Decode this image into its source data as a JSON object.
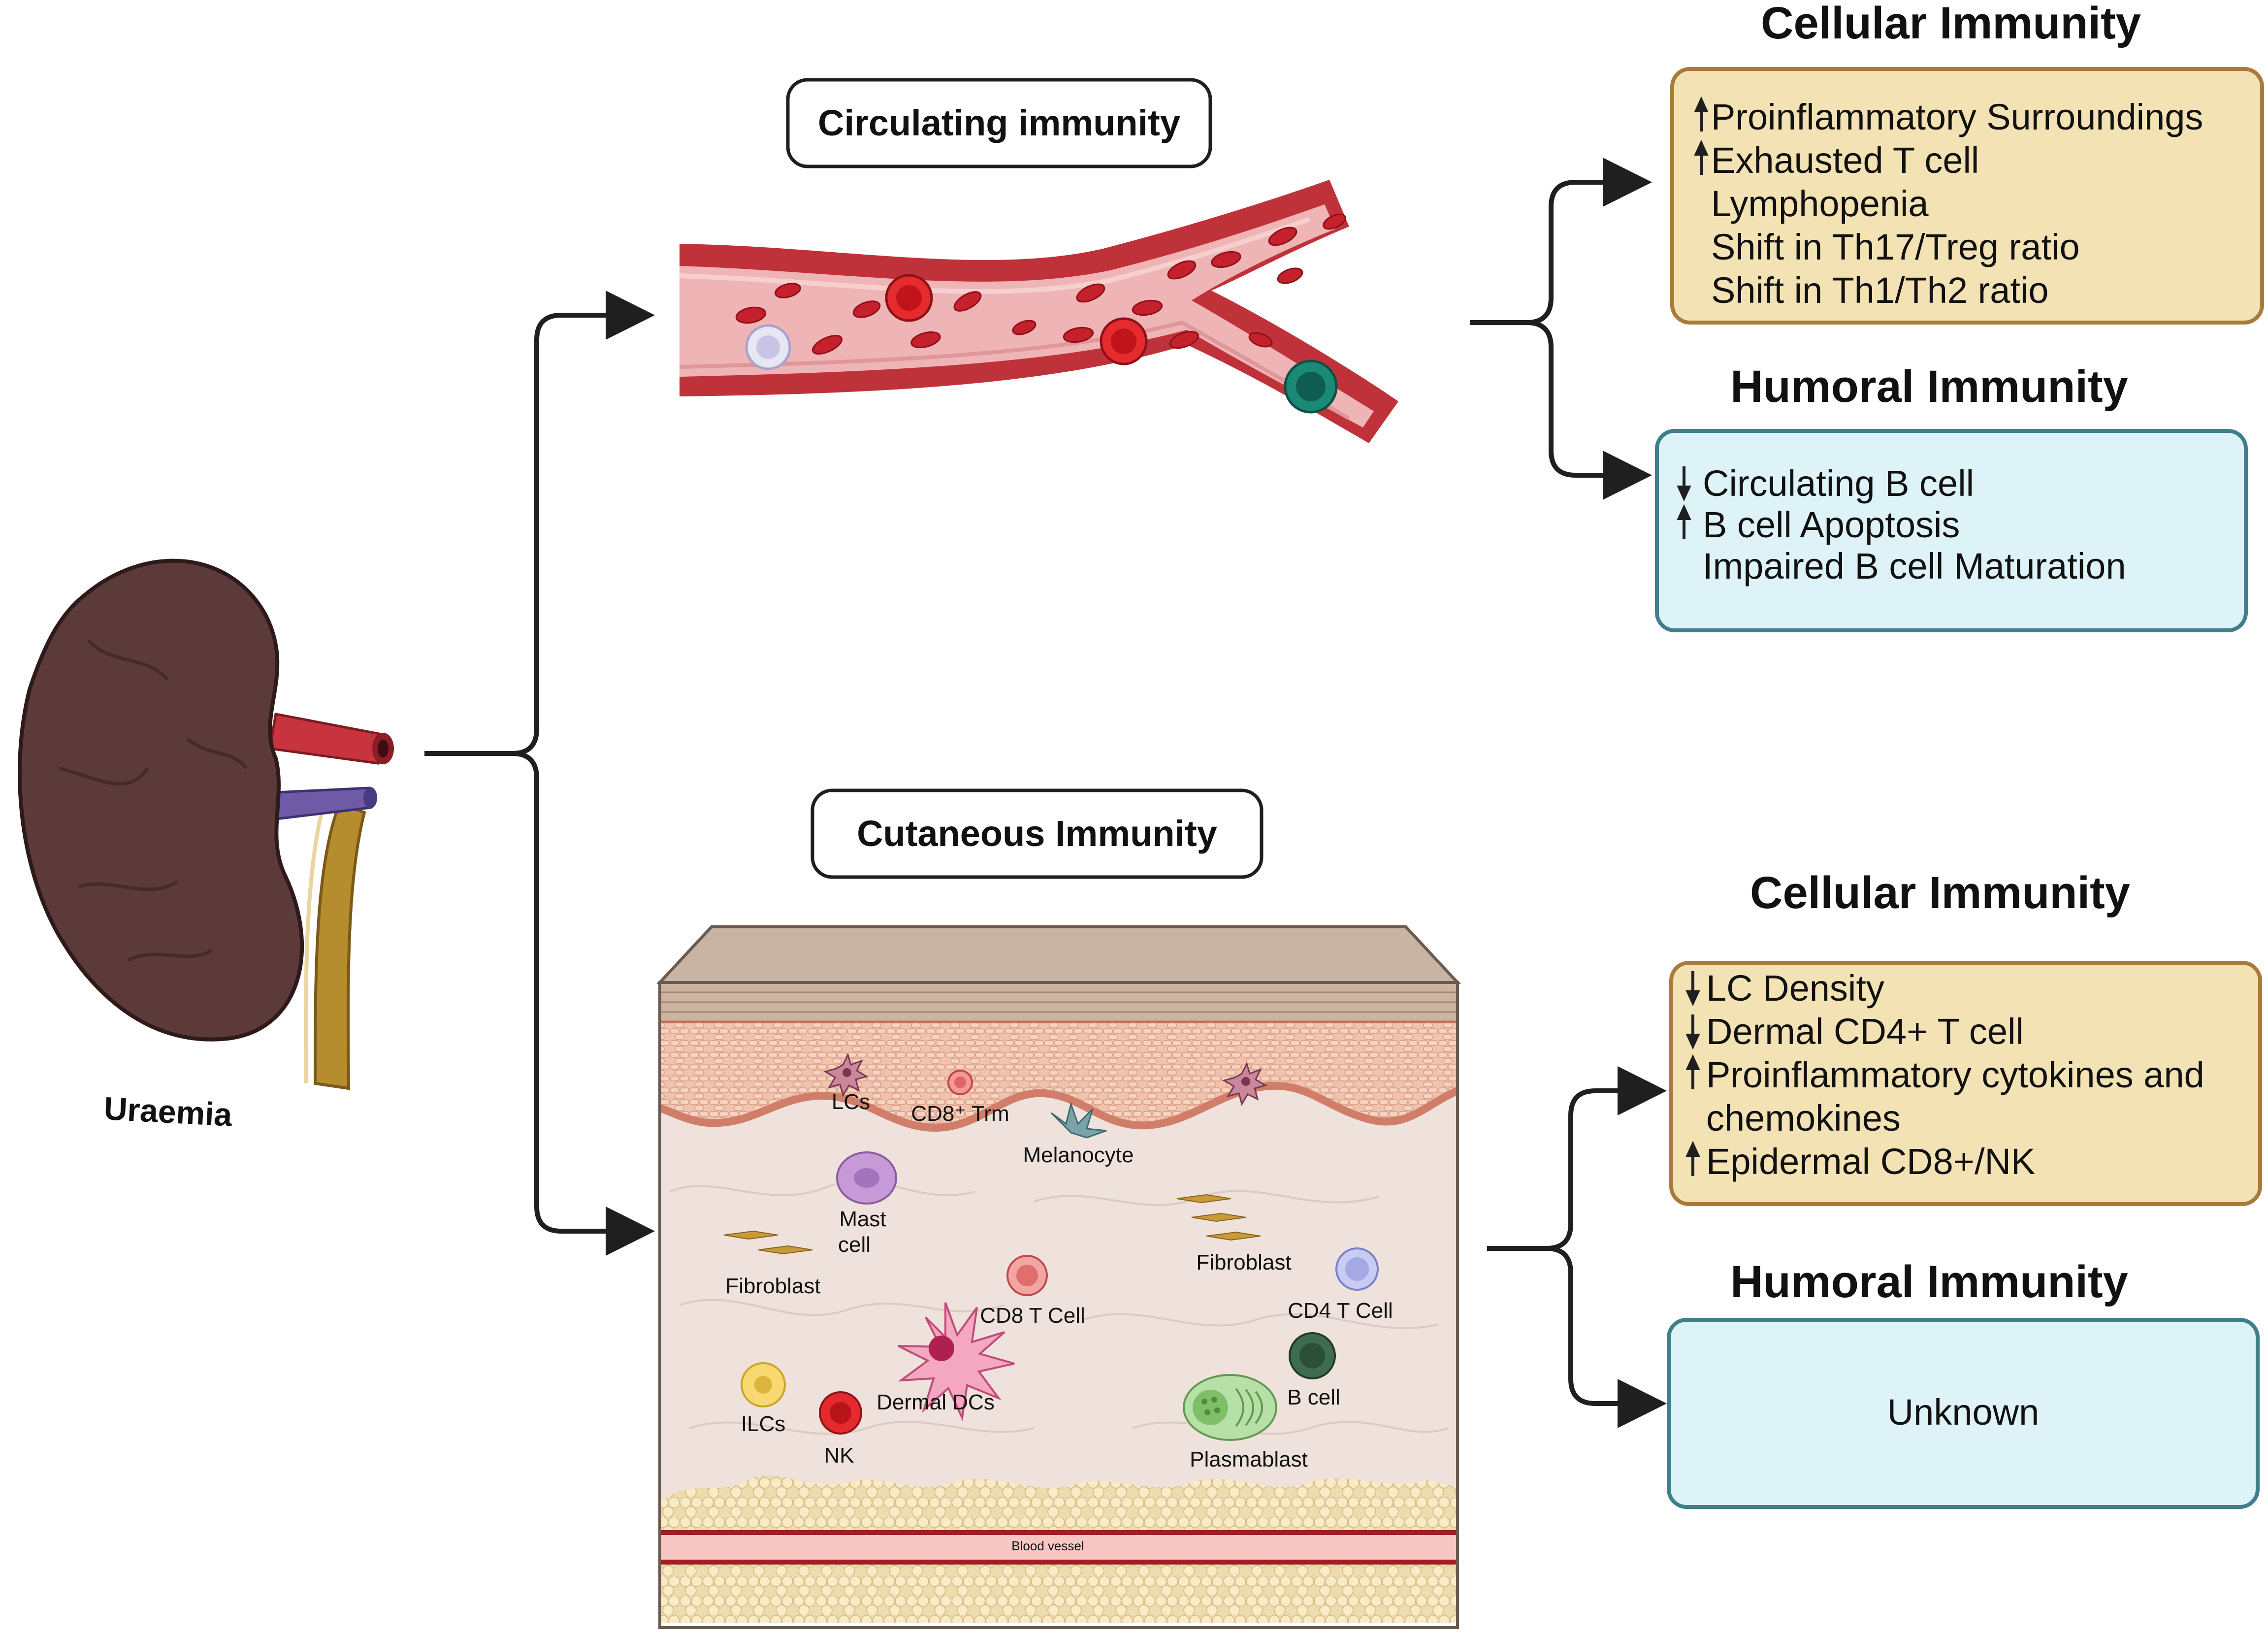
{
  "kidney": {
    "label": "Uraemia"
  },
  "circulating": {
    "title": "Circulating immunity"
  },
  "cutaneous": {
    "title": "Cutaneous Immunity",
    "cells": {
      "lcs": "LCs",
      "cd8trm": "CD8⁺ Trm",
      "melanocyte": "Melanocyte",
      "mast_1": "Mast",
      "mast_2": "cell",
      "fibroblast_left": "Fibroblast",
      "fibroblast_right": "Fibroblast",
      "cd8t": "CD8 T Cell",
      "cd4t": "CD4 T Cell",
      "dermal_dcs": "Dermal DCs",
      "ilcs": "ILCs",
      "nk": "NK",
      "plasmablast": "Plasmablast",
      "b_cell": "B cell",
      "blood_vessel": "Blood vessel"
    }
  },
  "circ_cellular": {
    "heading": "Cellular Immunity",
    "items": [
      {
        "arrow": "up",
        "text": "Proinflammatory Surroundings"
      },
      {
        "arrow": "up",
        "text": "Exhausted T cell"
      },
      {
        "arrow": "",
        "text": "Lymphopenia"
      },
      {
        "arrow": "",
        "text": "Shift in Th17/Treg ratio"
      },
      {
        "arrow": "",
        "text": "Shift in Th1/Th2 ratio"
      }
    ]
  },
  "circ_humoral": {
    "heading": "Humoral Immunity",
    "items": [
      {
        "arrow": "down",
        "text": "Circulating B cell"
      },
      {
        "arrow": "up",
        "text": "B cell Apoptosis"
      },
      {
        "arrow": "",
        "text": "Impaired B cell Maturation"
      }
    ]
  },
  "cut_cellular": {
    "heading": "Cellular Immunity",
    "items": [
      {
        "arrow": "down",
        "text": "LC Density"
      },
      {
        "arrow": "down",
        "text": "Dermal CD4+ T cell"
      },
      {
        "arrow": "up",
        "text": "Proinflammatory cytokines and"
      },
      {
        "arrow": "",
        "text": "chemokines"
      },
      {
        "arrow": "up",
        "text": "Epidermal CD8+/NK"
      }
    ]
  },
  "cut_humoral": {
    "heading": "Humoral Immunity",
    "text": "Unknown"
  },
  "colors": {
    "cellular_box_fill": "#f3e2b3",
    "cellular_box_border": "#a87b3a",
    "humoral_box_fill": "#def3f8",
    "humoral_box_border": "#3f7f8a",
    "vessel_red": "#c0323a",
    "kidney": "#5d3a3a"
  }
}
